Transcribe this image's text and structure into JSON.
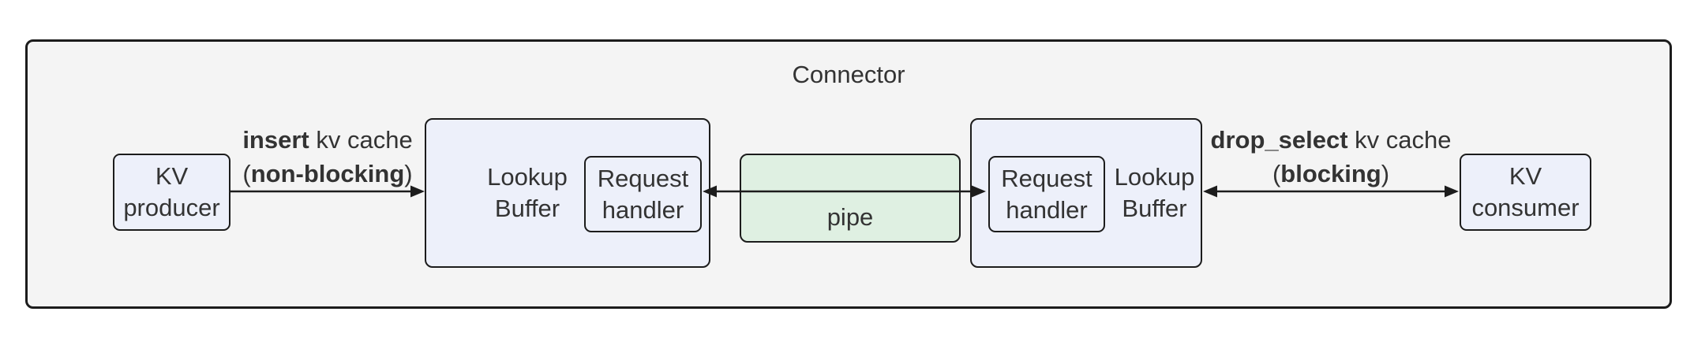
{
  "title": "Connector",
  "nodes": {
    "kv_producer": {
      "line1": "KV",
      "line2": "producer"
    },
    "kv_consumer": {
      "line1": "KV",
      "line2": "consumer"
    },
    "lookup_buffer_left": {
      "line1": "Lookup",
      "line2": "Buffer"
    },
    "lookup_buffer_right": {
      "line1": "Lookup",
      "line2": "Buffer"
    },
    "request_handler_left": {
      "line1": "Request",
      "line2": "handler"
    },
    "request_handler_right": {
      "line1": "Request",
      "line2": "handler"
    },
    "pipe": {
      "label": "pipe"
    }
  },
  "edges": {
    "insert": {
      "line1_bold": "insert",
      "line1_rest": " kv cache",
      "line2_open": "(",
      "line2_bold": "non-blocking",
      "line2_close": ")"
    },
    "drop_select": {
      "line1_bold": "drop_select",
      "line1_rest": " kv cache",
      "line2_open": "(",
      "line2_bold": "blocking",
      "line2_close": ")"
    }
  },
  "colors": {
    "border": "#1c1c1c",
    "text": "#333333",
    "node_fill": "#edf0fa",
    "pipe_fill": "#dff0e2",
    "container_fill": "#f4f4f4",
    "page_bg": "#ffffff"
  }
}
